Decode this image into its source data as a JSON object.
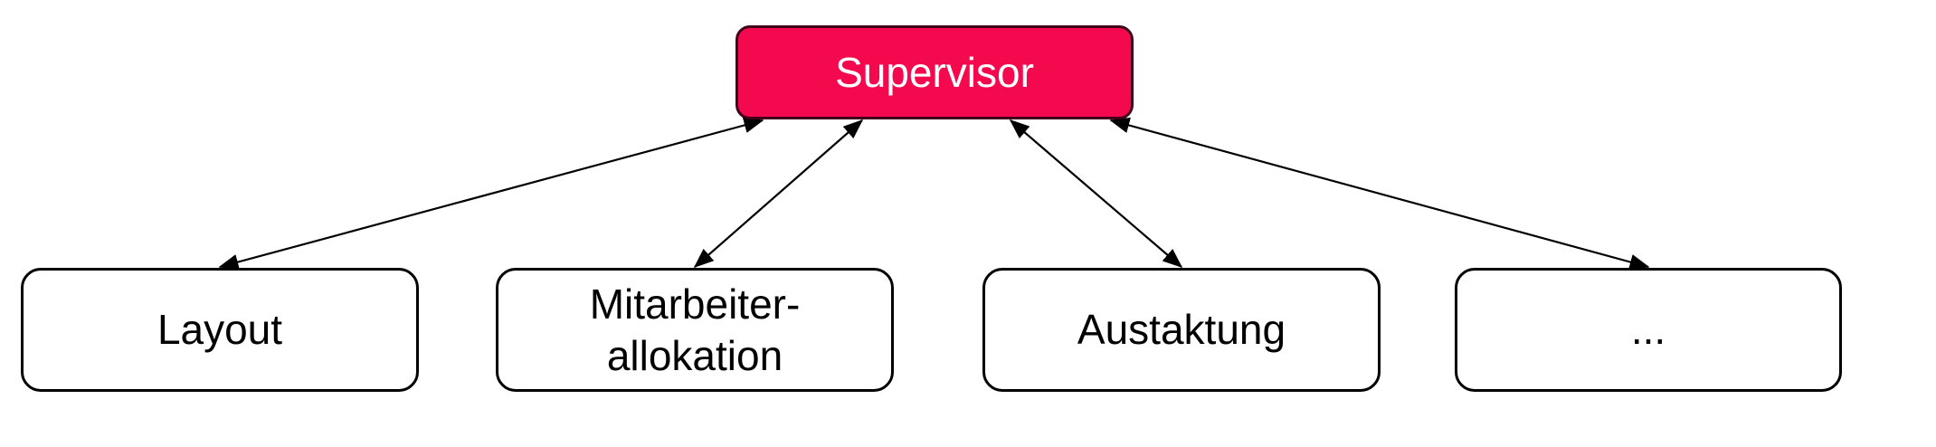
{
  "diagram": {
    "root": {
      "id": "supervisor",
      "label": "Supervisor"
    },
    "children": [
      {
        "id": "layout",
        "label": "Layout"
      },
      {
        "id": "mitarbeiter-allokation",
        "label": "Mitarbeiter-\nallokation"
      },
      {
        "id": "austaktung",
        "label": "Austaktung"
      },
      {
        "id": "more",
        "label": "..."
      }
    ],
    "edges": [
      {
        "from": "supervisor",
        "to": "layout",
        "bidirectional": true
      },
      {
        "from": "supervisor",
        "to": "mitarbeiter-allokation",
        "bidirectional": true
      },
      {
        "from": "supervisor",
        "to": "austaktung",
        "bidirectional": true
      },
      {
        "from": "supervisor",
        "to": "more",
        "bidirectional": true
      }
    ],
    "colors": {
      "root_fill": "#F4094E",
      "root_border": "#40001B",
      "root_text": "#FFFFFF",
      "child_fill": "#FFFFFF",
      "child_border": "#000000",
      "child_text": "#000000",
      "arrow": "#000000"
    }
  }
}
